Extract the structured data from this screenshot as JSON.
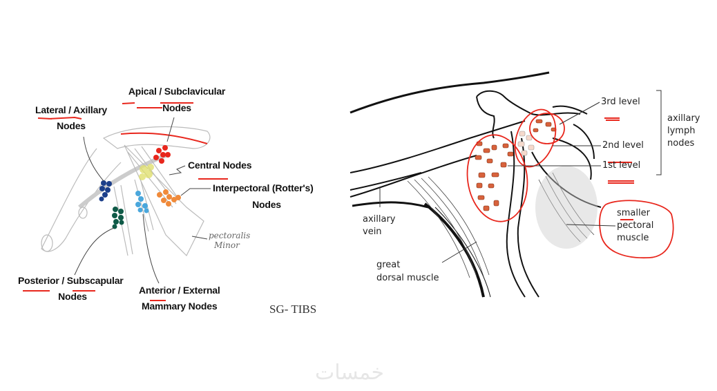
{
  "left_diagram": {
    "labels": {
      "apical_line1": "Apical / Subclavicular",
      "apical_line2": "Nodes",
      "lateral_line1": "Lateral / Axillary",
      "lateral_line2": "Nodes",
      "central": "Central Nodes",
      "interpectoral_line1": "Interpectoral (Rotter's)",
      "interpectoral_line2": "Nodes",
      "pectoralis_line1": "pectoralis",
      "pectoralis_line2": "Minor",
      "posterior_line1": "Posterior / Subscapular",
      "posterior_line2": "Nodes",
      "anterior_line1": "Anterior / External",
      "anterior_line2": "Mammary Nodes"
    },
    "credit": "SG- TIBS",
    "node_colors": {
      "apical": "#e8261c",
      "central": "#e0e070",
      "lateral": "#1c3f8a",
      "posterior": "#0f5a47",
      "anterior": "#4aa7dc",
      "interpectoral": "#f08a3a"
    }
  },
  "right_diagram": {
    "labels": {
      "level3": "3rd level",
      "level2": "2nd level",
      "level1": "1st level",
      "group_line1": "axillary",
      "group_line2": "lymph",
      "group_line3": "nodes",
      "vein_line1": "axillary",
      "vein_line2": "vein",
      "dorsal_line1": "great",
      "dorsal_line2": "dorsal muscle",
      "pectoral_line1": "smaller",
      "pectoral_line2": "pectoral",
      "pectoral_line3": "muscle"
    },
    "node_color": "#d8623c",
    "annotation_color": "#e8261c"
  },
  "watermark": "خمسات"
}
